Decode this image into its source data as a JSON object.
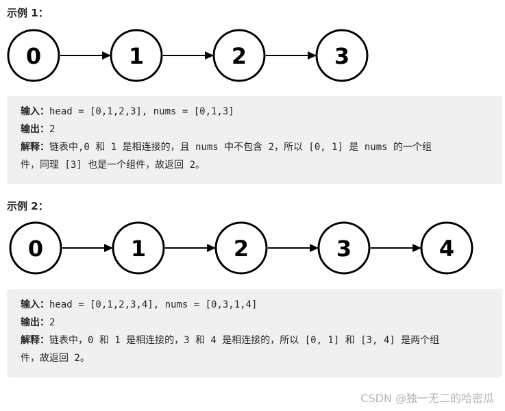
{
  "example1": {
    "title": "示例 1：",
    "nodes": [
      "0",
      "1",
      "2",
      "3"
    ],
    "input_label": "输入：",
    "input_value": "head = [0,1,2,3], nums = [0,1,3]",
    "output_label": "输出：",
    "output_value": "2",
    "explain_label": "解释：",
    "explain_line1": "链表中,0 和 1 是相连接的，且 nums 中不包含 2，所以 [0, 1] 是 nums 的一个组",
    "explain_line2": "件，同理 [3] 也是一个组件，故返回 2。"
  },
  "example2": {
    "title": "示例 2：",
    "nodes": [
      "0",
      "1",
      "2",
      "3",
      "4"
    ],
    "input_label": "输入：",
    "input_value": "head = [0,1,2,3,4], nums = [0,3,1,4]",
    "output_label": "输出：",
    "output_value": "2",
    "explain_label": "解释：",
    "explain_line1": "链表中，0 和 1 是相连接的，3 和 4 是相连接的，所以 [0, 1] 和 [3, 4] 是两个组",
    "explain_line2": "件，故返回 2。"
  },
  "watermark": "CSDN @独一无二的哈密瓜"
}
